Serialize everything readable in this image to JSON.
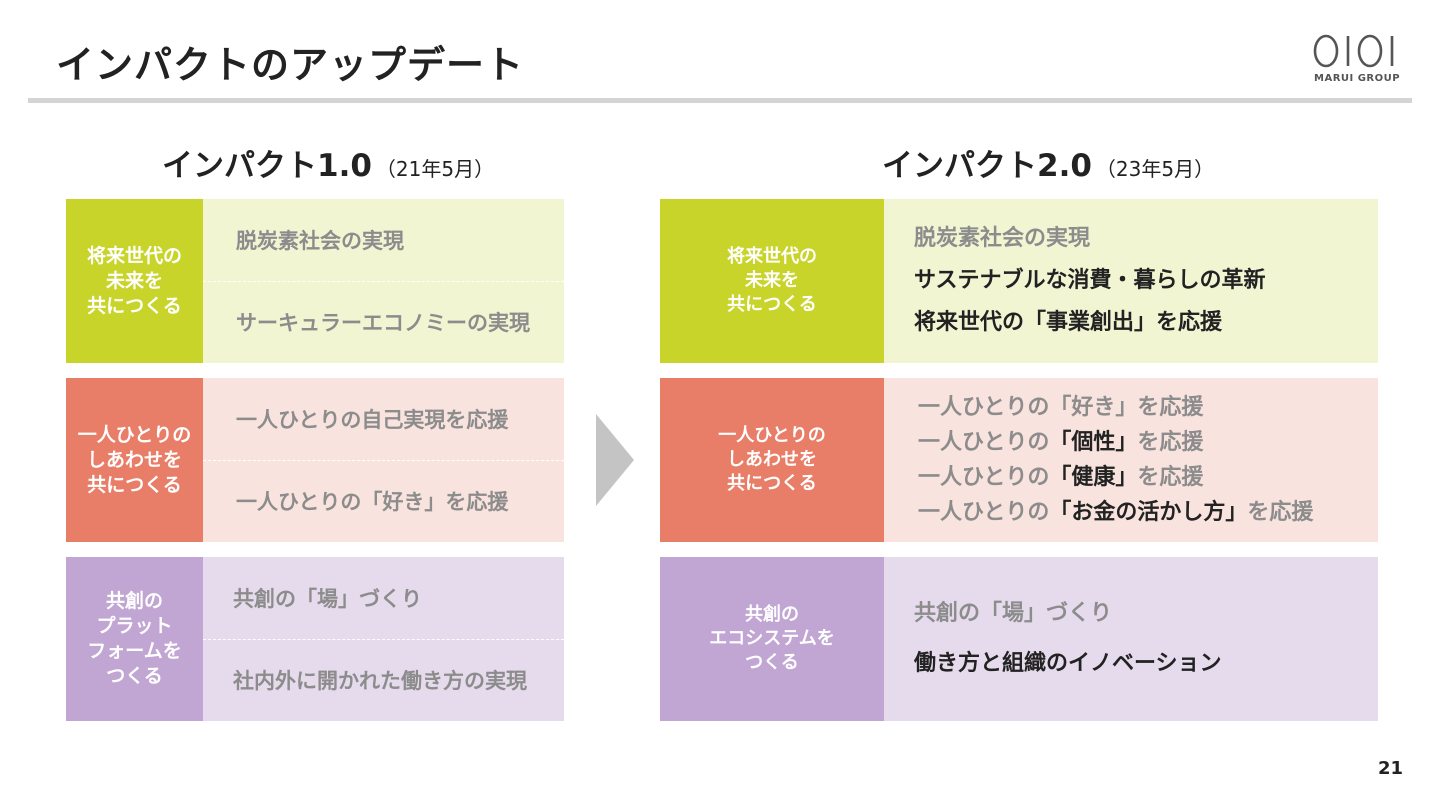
{
  "slide": {
    "title": "インパクトのアップデート",
    "page_number": "21",
    "logo": {
      "text": "MARUI GROUP",
      "icon": "marui-0101-logo-icon"
    }
  },
  "colors": {
    "green": "#c8d42a",
    "green_bg": "#f1f5d2",
    "orange": "#e97e68",
    "orange_bg": "#f9e3de",
    "purple": "#c1a6d3",
    "purple_bg": "#e6dbec",
    "arrow": "#c4c4c4",
    "rule": "#d4d4d4"
  },
  "left": {
    "heading": "インパクト1.0",
    "date": "（21年5月）",
    "blocks": [
      {
        "label": "将来世代の\n未来を\n共につくる",
        "items": [
          "脱炭素社会の実現",
          "サーキュラーエコノミーの実現"
        ]
      },
      {
        "label": "一人ひとりの\nしあわせを\n共につくる",
        "items": [
          "一人ひとりの自己実現を応援",
          "一人ひとりの「好き」を応援"
        ]
      },
      {
        "label": "共創の\nプラット\nフォームを\nつくる",
        "items": [
          "共創の「場」づくり",
          "社内外に開かれた働き方の実現"
        ]
      }
    ]
  },
  "right": {
    "heading": "インパクト2.0",
    "date": "（23年5月）",
    "blocks": [
      {
        "label": "将来世代の\n未来を\n共につくる",
        "lines": [
          "脱炭素社会の実現",
          "サステナブルな消費・暮らしの革新",
          "将来世代の「事業創出」を応援"
        ]
      },
      {
        "label": "一人ひとりの\nしあわせを\n共につくる",
        "lines": [
          {
            "pre": "一人ひとりの",
            "em": "「好き」",
            "post": "を応援"
          },
          {
            "pre": "一人ひとりの",
            "em": "「個性」",
            "post": "を応援"
          },
          {
            "pre": "一人ひとりの",
            "em": "「健康」",
            "post": "を応援"
          },
          {
            "pre": "一人ひとりの",
            "em": "「お金の活かし方」",
            "post": "を応援"
          }
        ]
      },
      {
        "label": "共創の\nエコシステムを\nつくる",
        "lines": [
          "共創の「場」づくり",
          "働き方と組織のイノベーション"
        ]
      }
    ]
  },
  "arrow_icon": "chevron-right-icon"
}
